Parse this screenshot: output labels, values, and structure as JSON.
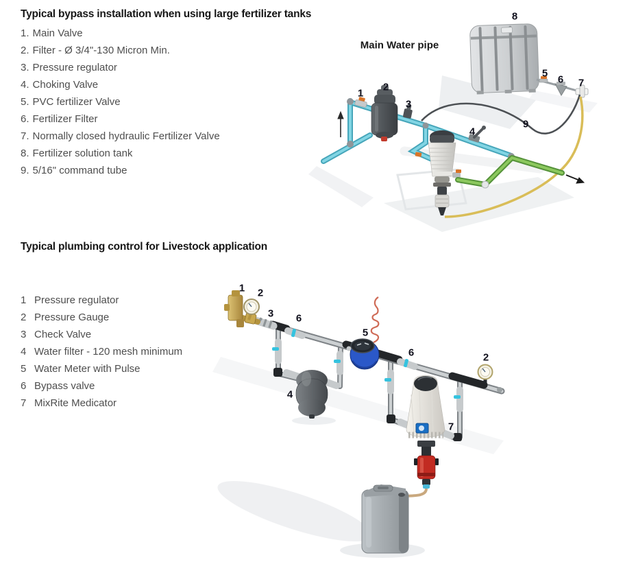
{
  "top_section": {
    "title": "Typical bypass installation when using large fertilizer tanks",
    "items": [
      {
        "num": "1.",
        "label": "Main Valve"
      },
      {
        "num": "2.",
        "label": "Filter - Ø 3/4\"-130 Micron Min."
      },
      {
        "num": "3.",
        "label": "Pressure regulator"
      },
      {
        "num": "4.",
        "label": "Choking Valve"
      },
      {
        "num": "5.",
        "label": "PVC fertilizer Valve"
      },
      {
        "num": "6.",
        "label": "Fertilizer Filter"
      },
      {
        "num": "7.",
        "label": "Normally closed hydraulic Fertilizer Valve"
      },
      {
        "num": "8.",
        "label": "Fertilizer solution tank"
      },
      {
        "num": "9.",
        "label": "5/16\" command tube"
      }
    ],
    "diagram": {
      "label": "Main Water pipe",
      "callouts": [
        "1",
        "2",
        "3",
        "4",
        "5",
        "6",
        "7",
        "8",
        "9"
      ]
    }
  },
  "bottom_section": {
    "title": "Typical plumbing control for Livestock application",
    "items": [
      {
        "num": "1",
        "label": "Pressure regulator"
      },
      {
        "num": "2",
        "label": "Pressure Gauge"
      },
      {
        "num": "3",
        "label": "Check Valve"
      },
      {
        "num": "4",
        "label": "Water filter - 120 mesh minimum"
      },
      {
        "num": "5",
        "label": "Water Meter with Pulse"
      },
      {
        "num": "6",
        "label": "Bypass valve"
      },
      {
        "num": "7",
        "label": "MixRite Medicator"
      }
    ],
    "diagram": {
      "callouts": [
        "1",
        "2",
        "3",
        "6",
        "5",
        "6",
        "2",
        "4",
        "7"
      ]
    }
  },
  "colors": {
    "water_pipe_cyan": "#82d5e4",
    "water_pipe_cyan_dark": "#46a6ba",
    "outlet_pipe_green": "#8cc85e",
    "outlet_pipe_green_dark": "#55923a",
    "suction_tube_yellow": "#d9bd58",
    "command_tube_gray": "#4c5054",
    "valve_handle_cyan": "#35c3df",
    "valve_handle_orange": "#d97428",
    "meter_blue": "#2b58c8",
    "brass": "#c9a84f",
    "medicator_red": "#c22b22",
    "pipe_silver": "#c6cacc",
    "fitting_black": "#232629"
  }
}
